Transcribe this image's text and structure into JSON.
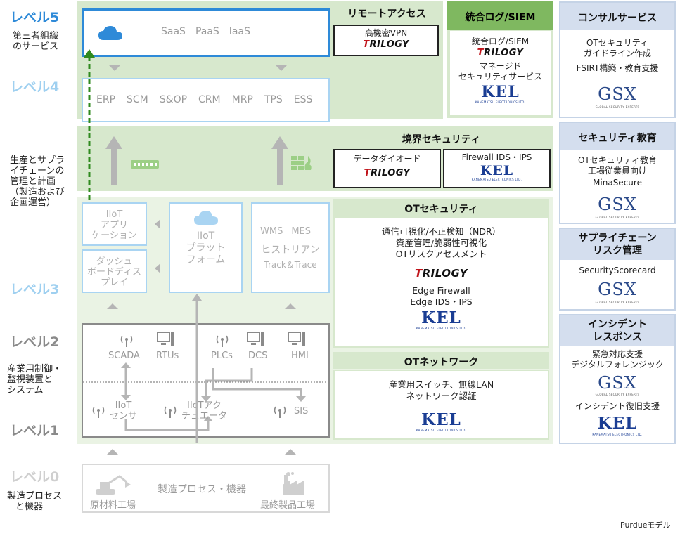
{
  "levels": {
    "l5": "レベル5",
    "l4": "レベル4",
    "l3": "レベル3",
    "l2": "レベル2",
    "l1": "レベル1",
    "l0": "レベル0"
  },
  "side_labels": {
    "third_party_l1": "第三者組織",
    "third_party_l2": "のサービス",
    "supply_l1": "生産とサプラ",
    "supply_l2": "イチェーンの",
    "supply_l3": "管理と計画",
    "supply_l4": "（製造および",
    "supply_l5": "企画運営）",
    "ics_l1": "産業用制御・",
    "ics_l2": "監視装置と",
    "ics_l3": "システム",
    "proc_l1": "製造プロセス",
    "proc_l2": "と機器"
  },
  "level5": {
    "saas": "SaaS",
    "paas": "PaaS",
    "iaas": "IaaS",
    "remote_title": "リモートアクセス",
    "remote_item": "高機密VPN"
  },
  "level4": {
    "items": [
      "ERP",
      "SCM",
      "S&OP",
      "CRM",
      "MRP",
      "TPS",
      "ESS"
    ]
  },
  "boundary": {
    "title": "境界セキュリティ",
    "diode": "データダイオード",
    "firewall": "Firewall IDS・IPS"
  },
  "level3": {
    "iiot_app_1": "IIoT",
    "iiot_app_2": "アプリ",
    "iiot_app_3": "ケーション",
    "dash_1": "ダッシュ",
    "dash_2": "ボードディス",
    "dash_3": "プレイ",
    "platform_1": "IIoT",
    "platform_2": "プラット",
    "platform_3": "フォーム",
    "wms": "WMS",
    "mes": "MES",
    "historian": "ヒストリアン",
    "track": "Track＆Trace"
  },
  "ot_security": {
    "title": "OTセキュリティ",
    "line1": "通信可視化/不正検知（NDR）",
    "line2": "資産管理/脆弱性可視化",
    "line3": "OTリスクアセスメント",
    "line4": "Edge Firewall",
    "line5": "Edge IDS・IPS"
  },
  "ot_network": {
    "title": "OTネットワーク",
    "line1": "産業用スイッチ、無線LAN",
    "line2": "ネットワーク認証"
  },
  "level2": {
    "scada": "SCADA",
    "rtus": "RTUs",
    "plcs": "PLCs",
    "dcs": "DCS",
    "hmi": "HMI"
  },
  "level1": {
    "sensor_1": "IIoT",
    "sensor_2": "センサ",
    "actuator_1": "IIoTアク",
    "actuator_2": "チュエータ",
    "sis": "SIS"
  },
  "level0": {
    "process": "製造プロセス・機器",
    "raw": "原材料工場",
    "final": "最終製品工場"
  },
  "siem": {
    "title": "統合ログ/SIEM",
    "item1": "統合ログ/SIEM",
    "item2": "マネージド",
    "item3": "セキュリティサービス"
  },
  "consult": {
    "title": "コンサルサービス",
    "line1": "OTセキュリティ",
    "line2": "ガイドライン作成",
    "line3": "FSIRT構築・教育支援"
  },
  "education": {
    "title": "セキュリティ教育",
    "line1": "OTセキュリティ教育",
    "line2": "工場従業員向け",
    "line3": "MinaSecure"
  },
  "supply_risk": {
    "title1": "サプライチェーン",
    "title2": "リスク管理",
    "line1": "SecurityScorecard"
  },
  "incident": {
    "title1": "インシデント",
    "title2": "レスポンス",
    "line1": "緊急対応支援",
    "line2": "デジタルフォレンジック",
    "line3": "インシデント復旧支援"
  },
  "logos": {
    "trilogy_t": "T",
    "trilogy_rest": "RILOGY",
    "kel": "KEL",
    "kel_sub": "KANEMATSU ELECTRONICS LTD.",
    "gsx": "GSX",
    "gsx_sub": "GLOBAL SECURITY EXPERTS"
  },
  "footer": "Purdueモデル",
  "colors": {
    "green_band": "#d7e8cd",
    "light_green_band": "#eaf3e4",
    "blue": "#2e8ad8",
    "light_blue": "#a9d4f2",
    "dark_green_arrow": "#2f8a1e"
  }
}
